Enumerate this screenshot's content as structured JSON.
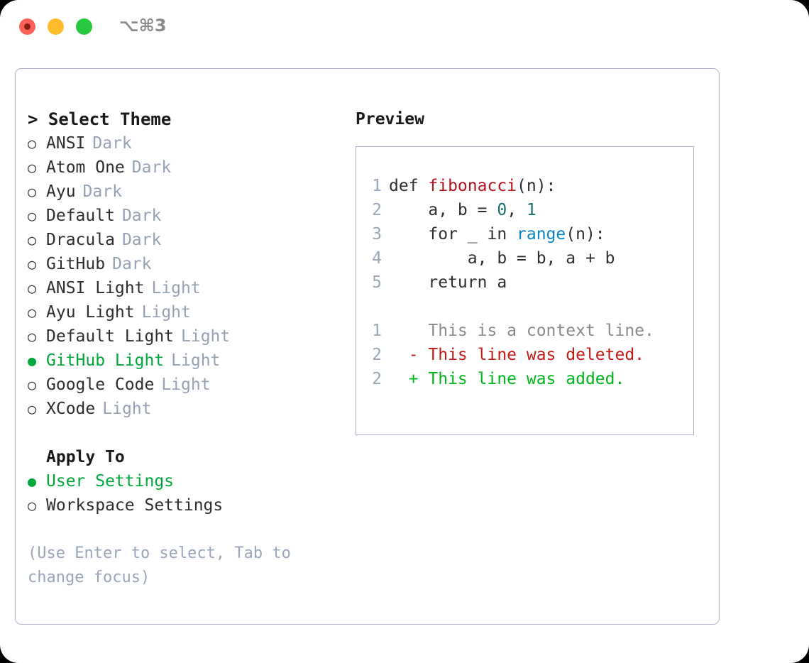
{
  "window": {
    "shortcut": "⌥⌘3",
    "traffic_lights": [
      "close",
      "minimize",
      "maximize"
    ]
  },
  "theme_picker": {
    "heading": "> Select Theme",
    "bullet_unselected": "○",
    "bullet_selected": "●",
    "options": [
      {
        "label": "ANSI",
        "tag": "Dark",
        "selected": false
      },
      {
        "label": "Atom One",
        "tag": "Dark",
        "selected": false
      },
      {
        "label": "Ayu",
        "tag": "Dark",
        "selected": false
      },
      {
        "label": "Default",
        "tag": "Dark",
        "selected": false
      },
      {
        "label": "Dracula",
        "tag": "Dark",
        "selected": false
      },
      {
        "label": "GitHub",
        "tag": "Dark",
        "selected": false
      },
      {
        "label": "ANSI Light",
        "tag": "Light",
        "selected": false
      },
      {
        "label": "Ayu Light",
        "tag": "Light",
        "selected": false
      },
      {
        "label": "Default Light",
        "tag": "Light",
        "selected": false
      },
      {
        "label": "GitHub Light",
        "tag": "Light",
        "selected": true
      },
      {
        "label": "Google Code",
        "tag": "Light",
        "selected": false
      },
      {
        "label": "XCode",
        "tag": "Light",
        "selected": false
      }
    ]
  },
  "apply_to": {
    "heading": "Apply To",
    "options": [
      {
        "label": "User Settings",
        "selected": true
      },
      {
        "label": "Workspace Settings",
        "selected": false
      }
    ]
  },
  "hint": "(Use Enter to select, Tab to change focus)",
  "preview": {
    "title": "Preview",
    "code_lines": [
      {
        "no": "1",
        "parts": [
          {
            "t": "def ",
            "c": "plain"
          },
          {
            "t": "fibonacci",
            "c": "fn"
          },
          {
            "t": "(n):",
            "c": "plain"
          }
        ]
      },
      {
        "no": "2",
        "parts": [
          {
            "t": "    a, b = ",
            "c": "plain"
          },
          {
            "t": "0",
            "c": "num"
          },
          {
            "t": ", ",
            "c": "plain"
          },
          {
            "t": "1",
            "c": "num"
          }
        ]
      },
      {
        "no": "3",
        "parts": [
          {
            "t": "    for _ in ",
            "c": "plain"
          },
          {
            "t": "range",
            "c": "blue"
          },
          {
            "t": "(n):",
            "c": "plain"
          }
        ]
      },
      {
        "no": "4",
        "parts": [
          {
            "t": "        a, b = b, a + b",
            "c": "plain"
          }
        ]
      },
      {
        "no": "5",
        "parts": [
          {
            "t": "    return a",
            "c": "plain"
          }
        ]
      }
    ],
    "diff_lines": [
      {
        "no": "1",
        "marker": "  ",
        "text": "This is a context line.",
        "kind": "ctx"
      },
      {
        "no": "2",
        "marker": "- ",
        "text": "This line was deleted.",
        "kind": "del"
      },
      {
        "no": "2",
        "marker": "+ ",
        "text": "This line was added.",
        "kind": "add"
      }
    ]
  },
  "colors": {
    "accent_green": "#00a83c",
    "muted_tag": "#96a2b4",
    "border": "#aab4c4",
    "code_fn": "#b5121b",
    "code_num": "#18726b",
    "code_blue": "#0a84c8",
    "diff_del": "#c21a15",
    "diff_add": "#00b51a",
    "lineno": "#9aa7b8"
  }
}
